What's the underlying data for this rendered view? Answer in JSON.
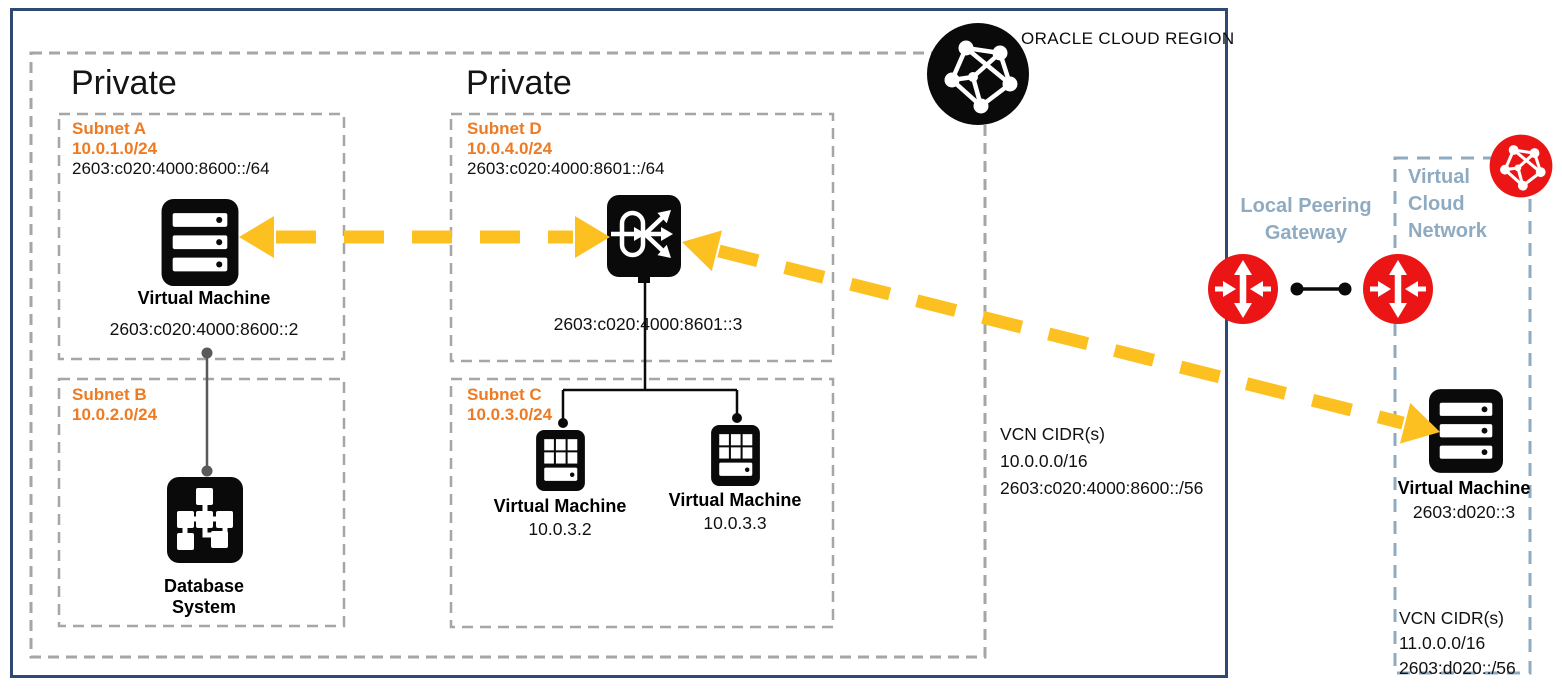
{
  "region": {
    "label": "ORACLE CLOUD REGION"
  },
  "headings": {
    "private_left": "Private",
    "private_right": "Private"
  },
  "subnet_a": {
    "name": "Subnet A",
    "cidr4": "10.0.1.0/24",
    "cidr6": "2603:c020:4000:8600::/64",
    "vm_label": "Virtual Machine",
    "vm_ip": "2603:c020:4000:8600::2"
  },
  "subnet_b": {
    "name": "Subnet B",
    "cidr4": "10.0.2.0/24",
    "db_line1": "Database",
    "db_line2": "System"
  },
  "subnet_d": {
    "name": "Subnet D",
    "cidr4": "10.0.4.0/24",
    "cidr6": "2603:c020:4000:8601::/64",
    "router_ip": "2603:c020:4000:8601::3"
  },
  "subnet_c": {
    "name": "Subnet C",
    "cidr4": "10.0.3.0/24",
    "vm1_label": "Virtual Machine",
    "vm1_ip": "10.0.3.2",
    "vm2_label": "Virtual Machine",
    "vm2_ip": "10.0.3.3"
  },
  "vcn_main_cidr": {
    "title": "VCN CIDR(s)",
    "line1": "10.0.0.0/16",
    "line2": "2603:c020:4000:8600::/56"
  },
  "peering": {
    "line1": "Local Peering",
    "line2": "Gateway"
  },
  "vcn_right": {
    "title_line1": "Virtual",
    "title_line2": "Cloud",
    "title_line3": "Network",
    "vm_label": "Virtual Machine",
    "vm_ip": "2603:d020::3",
    "cidr_title": "VCN CIDR(s)",
    "cidr1": "11.0.0.0/16",
    "cidr2": "2603:d020::/56"
  },
  "colors": {
    "region_border_blue": "#2E4A73",
    "subnet_dash_gray": "#A6A6A6",
    "accent_orange": "#EE7B23",
    "arrow_yellow": "#FDC021",
    "steel_blue": "#8FABC2",
    "oracle_red": "#EC1515",
    "icon_black": "#0A0A0A",
    "connector_gray": "#595959"
  }
}
